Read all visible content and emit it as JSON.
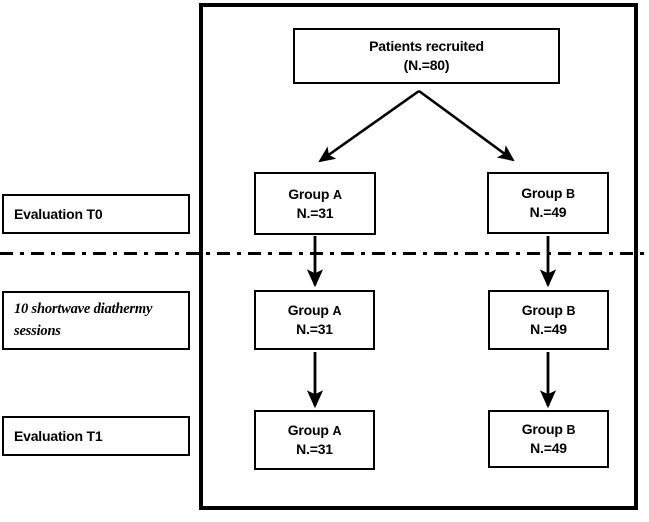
{
  "diagram": {
    "title_box": {
      "line1": "Patients recruited",
      "line2": "(N.=80)"
    },
    "phase_labels": [
      {
        "id": "evaluation-t0",
        "text": "Evaluation T0"
      },
      {
        "id": "intervention",
        "text": "10 shortwave diathermy sessions"
      },
      {
        "id": "evaluation-t1",
        "text": "Evaluation T1"
      }
    ],
    "rows": [
      {
        "id": "row-t0",
        "group_a": {
          "name": "Group",
          "letter": "A",
          "count": "N.=31"
        },
        "group_b": {
          "name": "Group",
          "letter": "B",
          "count": "N.=49"
        }
      },
      {
        "id": "row-intervention",
        "group_a": {
          "name": "Group",
          "letter": "A",
          "count": "N.=31"
        },
        "group_b": {
          "name": "Group",
          "letter": "B",
          "count": "N.=49"
        }
      },
      {
        "id": "row-t1",
        "group_a": {
          "name": "Group",
          "letter": "A",
          "count": "N.=31"
        },
        "group_b": {
          "name": "Group",
          "letter": "B",
          "count": "N.=49"
        }
      }
    ],
    "colors": {
      "stroke": "#000000",
      "background": "#ffffff",
      "text": "#000000"
    }
  }
}
